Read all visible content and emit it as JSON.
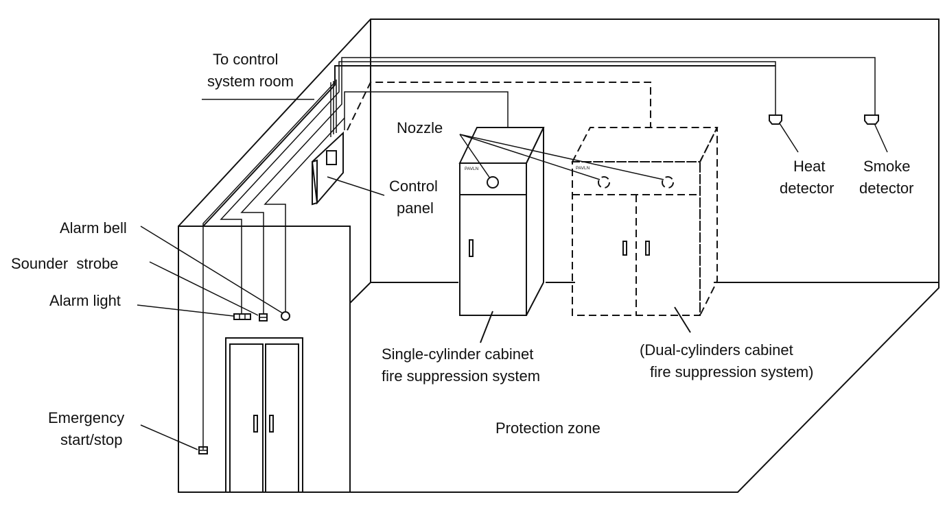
{
  "labels": {
    "to_control_room": [
      "To control",
      "system room"
    ],
    "nozzle": "Nozzle",
    "control_panel": [
      "Control",
      "panel"
    ],
    "heat_detector": [
      "Heat",
      "detector"
    ],
    "smoke_detector": [
      "Smoke",
      "detector"
    ],
    "alarm_bell": "Alarm bell",
    "sounder_strobe": "Sounder  strobe",
    "alarm_light": "Alarm light",
    "emergency": [
      "Emergency",
      "start/stop"
    ],
    "single_cabinet": [
      "Single-cylinder cabinet",
      "fire suppression system"
    ],
    "dual_cabinet": [
      "(Dual-cylinders cabinet",
      "fire suppression system)"
    ],
    "protection_zone": "Protection zone"
  },
  "brand": {
    "single": "PAVLN",
    "dual": "PAVLN"
  }
}
